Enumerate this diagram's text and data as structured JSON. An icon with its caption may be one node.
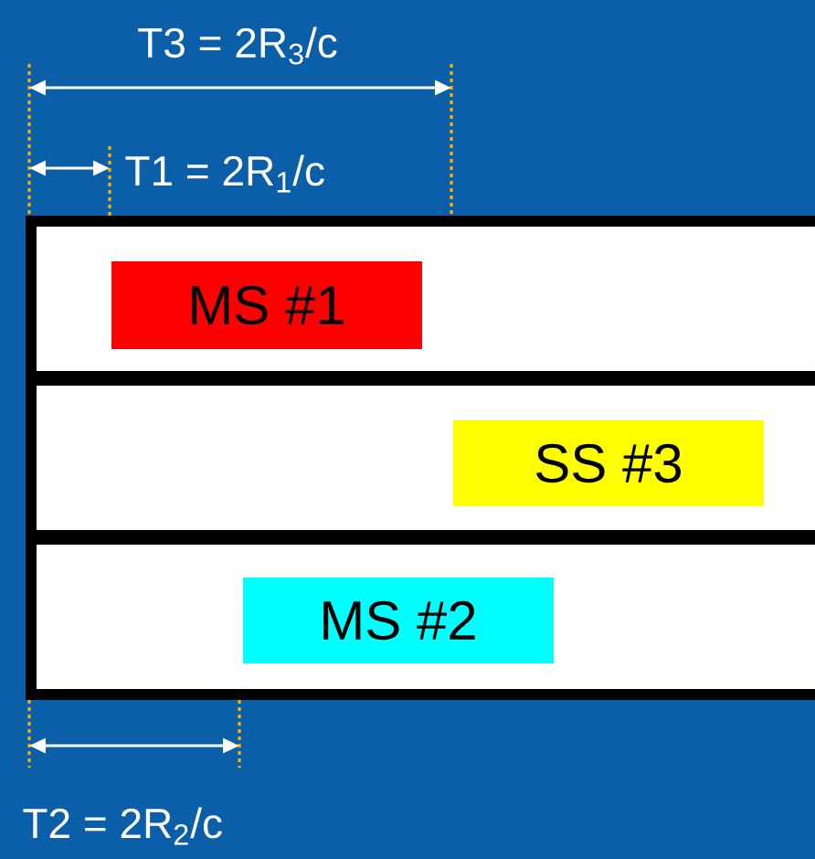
{
  "diagram": {
    "nodes": [
      {
        "text": [],
        "shape": "box"
      },
      {
        "text": [
          "MS #1"
        ],
        "in": 0
      },
      {
        "text": [],
        "shape": "box"
      },
      {
        "text": [
          "SS #3"
        ],
        "in": 2
      },
      {
        "text": [],
        "shape": "box"
      },
      {
        "text": [
          "MS #2"
        ],
        "in": 4
      }
    ],
    "labels": [
      "T3 = 2R$_{3}$/c",
      "T1 = 2R$_{1}$/c",
      "T2 = 2R$_{2}$/c"
    ]
  }
}
